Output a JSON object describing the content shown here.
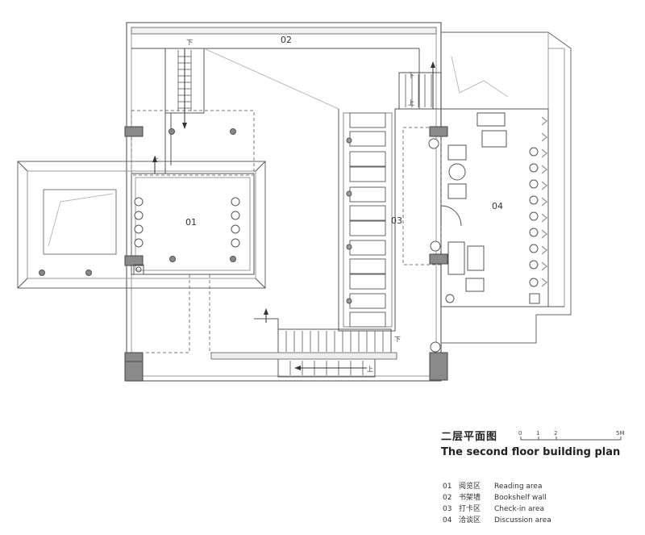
{
  "rooms": {
    "r01": "01",
    "r02": "02",
    "r03": "03",
    "r04": "04"
  },
  "stair_marks": {
    "down": "下",
    "up": "上"
  },
  "title": {
    "cn": "二层平面图",
    "en": "The second floor building plan"
  },
  "scale": {
    "t0": "0",
    "t1": "1",
    "t2": "2",
    "t5": "5M"
  },
  "legend": [
    {
      "num": "01",
      "cn": "阅览区",
      "en": "Reading area"
    },
    {
      "num": "02",
      "cn": "书架墙",
      "en": "Bookshelf wall"
    },
    {
      "num": "03",
      "cn": "打卡区",
      "en": "Check-in area"
    },
    {
      "num": "04",
      "cn": "洽谈区",
      "en": "Discussion area"
    }
  ]
}
